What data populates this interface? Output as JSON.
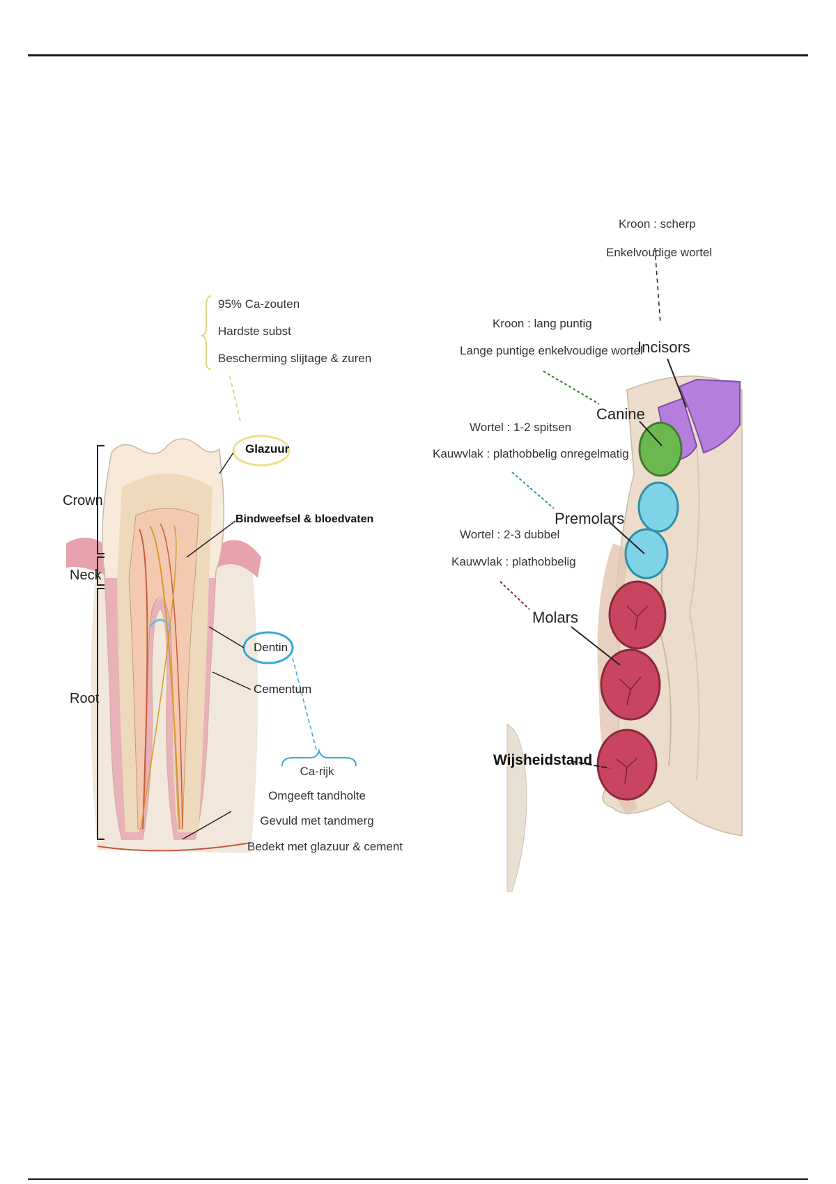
{
  "tooth_diagram": {
    "regions": {
      "crown": "Crown",
      "neck": "Neck",
      "root": "Root"
    },
    "labels": {
      "enamel": "Glazuur",
      "pulp": "Bindweefsel & bloedvaten",
      "dentin": "Dentin",
      "cementum": "Cementum"
    },
    "enamel_notes": [
      "95% Ca-zouten",
      "Hardste subst",
      "Bescherming slijtage & zuren"
    ],
    "dentin_notes": [
      "Ca-rijk",
      "Omgeeft tandholte",
      "Gevuld met tandmerg",
      "Bedekt met glazuur & cement"
    ]
  },
  "jaw_diagram": {
    "incisors": {
      "label": "Incisors",
      "notes": [
        "Kroon : scherp",
        "Enkelvoudige wortel"
      ]
    },
    "canine": {
      "label": "Canine",
      "notes": [
        "Kroon : lang puntig",
        "Lange puntige enkelvoudige wortel"
      ]
    },
    "premolars": {
      "label": "Premolars",
      "notes": [
        "Wortel : 1-2 spitsen",
        "Kauwvlak : plathobbelig onregelmatig"
      ]
    },
    "molars": {
      "label": "Molars",
      "notes": [
        "Wortel : 2-3 dubbel",
        "Kauwvlak : plathobbelig"
      ]
    },
    "wisdom": {
      "label": "Wijsheidstand"
    }
  },
  "colors": {
    "incisor": "#b57edc",
    "canine": "#6ab84e",
    "premolar": "#7fd3e6",
    "molar": "#c9455f",
    "gum": "#e7a3ad",
    "bone": "#ede0d2",
    "enamel_highlight": "#f0df8a",
    "dentin_highlight": "#3aa7d8"
  }
}
